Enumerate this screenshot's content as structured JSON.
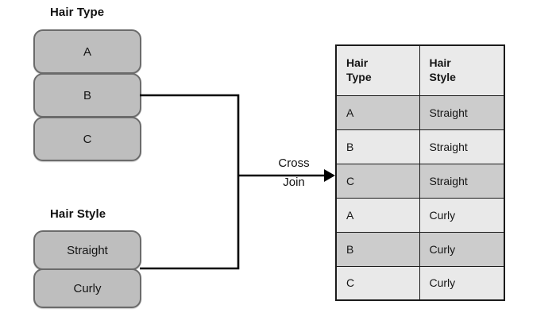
{
  "diagram": {
    "type": "cross-join-illustration",
    "colors": {
      "node_fill": "#bebebe",
      "node_border": "#6b6b6b",
      "table_border": "#1b1b1b",
      "header_fill": "#eaeaea",
      "row_shade": "#cccccc",
      "row_light": "#e9e9e9",
      "connector": "#000000",
      "background": "#ffffff"
    },
    "left": {
      "groups": [
        {
          "title": "Hair Type",
          "items": [
            "A",
            "B",
            "C"
          ]
        },
        {
          "title": "Hair Style",
          "items": [
            "Straight",
            "Curly"
          ]
        }
      ]
    },
    "connector": {
      "operation_line1": "Cross",
      "operation_line2": "Join",
      "arrow_icon": "arrow-right-icon"
    },
    "result_table": {
      "columns": [
        {
          "line1": "Hair",
          "line2": "Type"
        },
        {
          "line1": "Hair",
          "line2": "Style"
        }
      ],
      "rows": [
        {
          "hair_type": "A",
          "hair_style": "Straight",
          "shade": "dark"
        },
        {
          "hair_type": "B",
          "hair_style": "Straight",
          "shade": "light"
        },
        {
          "hair_type": "C",
          "hair_style": "Straight",
          "shade": "dark"
        },
        {
          "hair_type": "A",
          "hair_style": "Curly",
          "shade": "light"
        },
        {
          "hair_type": "B",
          "hair_style": "Curly",
          "shade": "dark"
        },
        {
          "hair_type": "C",
          "hair_style": "Curly",
          "shade": "light"
        }
      ]
    }
  }
}
